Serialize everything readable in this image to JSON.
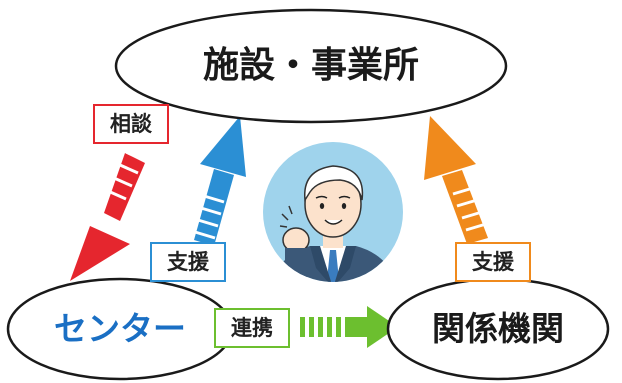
{
  "nodes": {
    "facility": {
      "label": "施設・事業所"
    },
    "center": {
      "label": "センター",
      "color": "#1a6fc4"
    },
    "agencies": {
      "label": "関係機関"
    }
  },
  "edges": {
    "consult": {
      "label": "相談",
      "color": "#e5262e"
    },
    "support_facility": {
      "label": "支援",
      "color": "#2b8fd4"
    },
    "support_agencies": {
      "label": "支援",
      "color": "#f08a1c"
    },
    "collaborate": {
      "label": "連携",
      "color": "#6cbf2f"
    }
  },
  "icons": {
    "person": "businessman-thumbs-up-icon"
  }
}
